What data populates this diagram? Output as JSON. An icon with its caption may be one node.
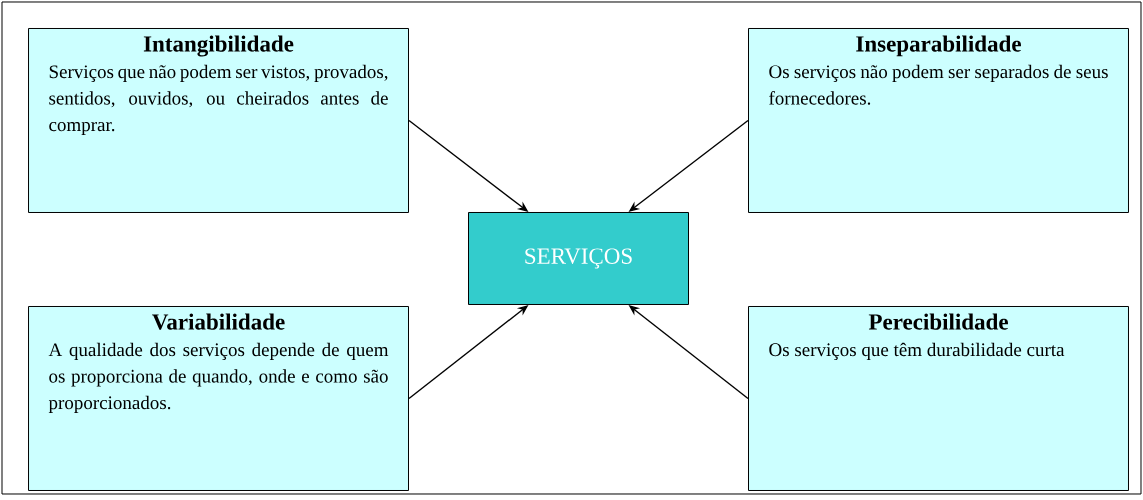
{
  "diagram": {
    "nodes": [
      {
        "text": [
          "Intangibilidade",
          "Serviços que não podem ser vistos, provados, sentidos, ouvidos, ou cheirados antes de comprar."
        ]
      },
      {
        "text": [
          "Inseparabilidade",
          "Os serviços não podem ser separados de seus fornecedores."
        ]
      },
      {
        "text": [
          "SERVIÇOS"
        ]
      },
      {
        "text": [
          "Variabilidade",
          "A qualidade dos serviços depende de quem os proporciona de quando, onde e como são proporcionados."
        ]
      },
      {
        "text": [
          "Perecibilidade",
          "Os serviços que têm durabilidade curta"
        ]
      }
    ],
    "edges": [
      {
        "from": 0,
        "to": 2,
        "arrow": "to"
      },
      {
        "from": 1,
        "to": 2,
        "arrow": "to"
      },
      {
        "from": 3,
        "to": 2,
        "arrow": "to"
      },
      {
        "from": 4,
        "to": 2,
        "arrow": "to"
      }
    ]
  }
}
